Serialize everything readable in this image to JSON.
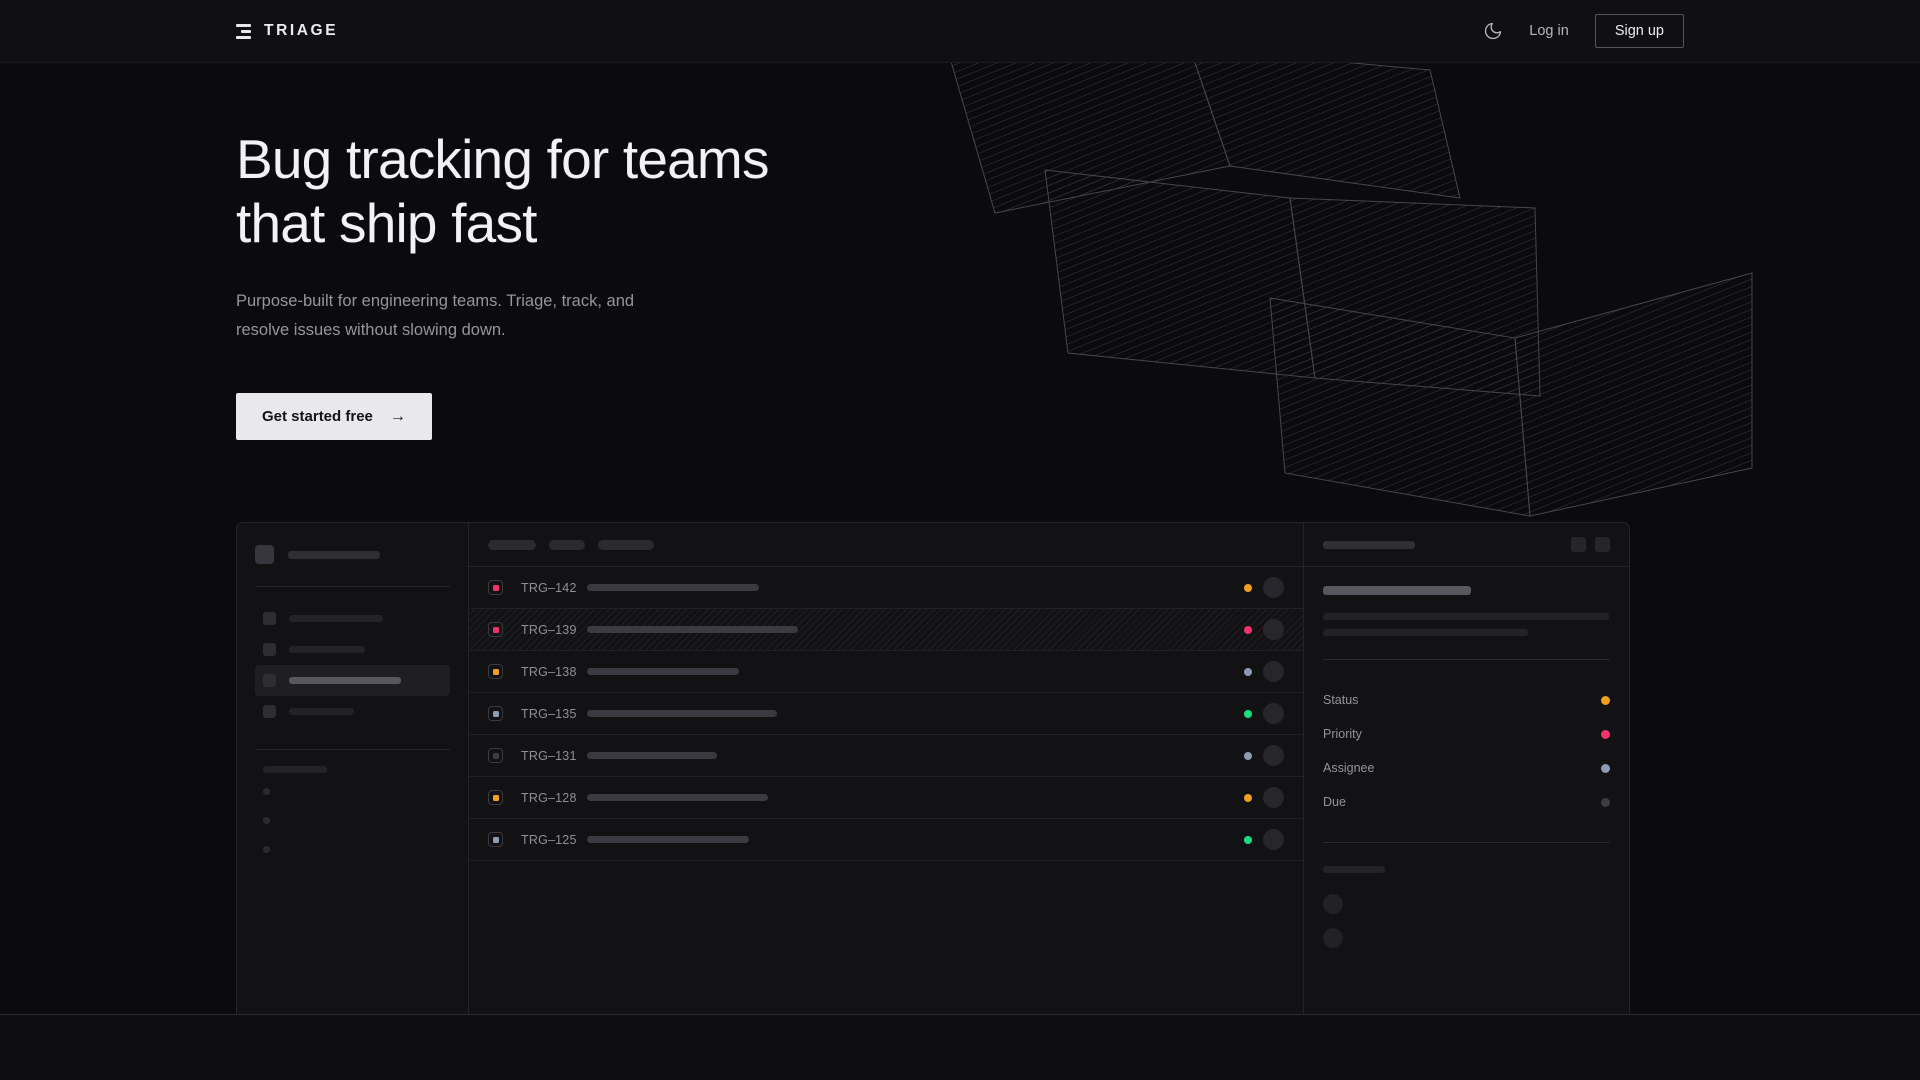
{
  "nav": {
    "brand": "TRIAGE",
    "theme_toggle_icon": "moon-icon",
    "login_label": "Log in",
    "signup_label": "Sign up"
  },
  "hero": {
    "headline": "Bug tracking for teams\nthat ship fast",
    "subheadline": "Purpose-built for engineering teams. Triage, track, and\nresolve issues without slowing down.",
    "cta_label": "Get started free",
    "cta_arrow": "→"
  },
  "colors": {
    "background": "#0b0b0d",
    "nav_background": "#101012",
    "panel_background": "#121214",
    "border": "#242428",
    "text_primary": "#f2f2f4",
    "text_muted": "#95959b",
    "cta_background": "#e9e9eb",
    "cta_text": "#141416",
    "status_orange": "#f0a01e",
    "status_pink": "#f0336b",
    "status_blue": "#8e9cb3",
    "status_green": "#19e07f",
    "status_muted": "#3c3c42",
    "priority_pink": "#f0336b",
    "priority_orange": "#f0a01e",
    "priority_blue": "#8e9cb3",
    "priority_muted": "#3c3c42"
  },
  "app_mock": {
    "sidebar": {
      "logo_placeholder_width": 92,
      "nav_items": [
        {
          "width": 94,
          "active": false
        },
        {
          "width": 76,
          "active": false
        },
        {
          "width": 112,
          "active": true
        },
        {
          "width": 65,
          "active": false
        }
      ],
      "section_label_width": 64,
      "sub_items": 3
    },
    "list": {
      "filter_chips": [
        {
          "width": 48
        },
        {
          "width": 36
        },
        {
          "width": 56
        }
      ],
      "rows": [
        {
          "id": "TRG–142",
          "priority": "priority_pink",
          "status": "status_orange",
          "title_width": 172,
          "selected": false
        },
        {
          "id": "TRG–139",
          "priority": "priority_pink",
          "status": "status_pink",
          "title_width": 211,
          "selected": true
        },
        {
          "id": "TRG–138",
          "priority": "priority_orange",
          "status": "status_blue",
          "title_width": 152,
          "selected": false
        },
        {
          "id": "TRG–135",
          "priority": "priority_blue",
          "status": "status_green",
          "title_width": 190,
          "selected": false
        },
        {
          "id": "TRG–131",
          "priority": "priority_muted",
          "status": "status_blue",
          "title_width": 130,
          "selected": false
        },
        {
          "id": "TRG–128",
          "priority": "priority_orange",
          "status": "status_orange",
          "title_width": 181,
          "selected": false
        },
        {
          "id": "TRG–125",
          "priority": "priority_blue",
          "status": "status_green",
          "title_width": 162,
          "selected": false
        }
      ]
    },
    "detail": {
      "header_placeholder_width": 92,
      "action_buttons": 2,
      "title_width": 148,
      "description_lines": [
        286,
        205
      ],
      "meta": [
        {
          "label": "Status",
          "color": "status_orange"
        },
        {
          "label": "Priority",
          "color": "status_pink"
        },
        {
          "label": "Assignee",
          "color": "status_blue"
        },
        {
          "label": "Due",
          "color": "status_muted"
        }
      ],
      "activity_label_width": 62,
      "activity_avatars": 2
    }
  }
}
